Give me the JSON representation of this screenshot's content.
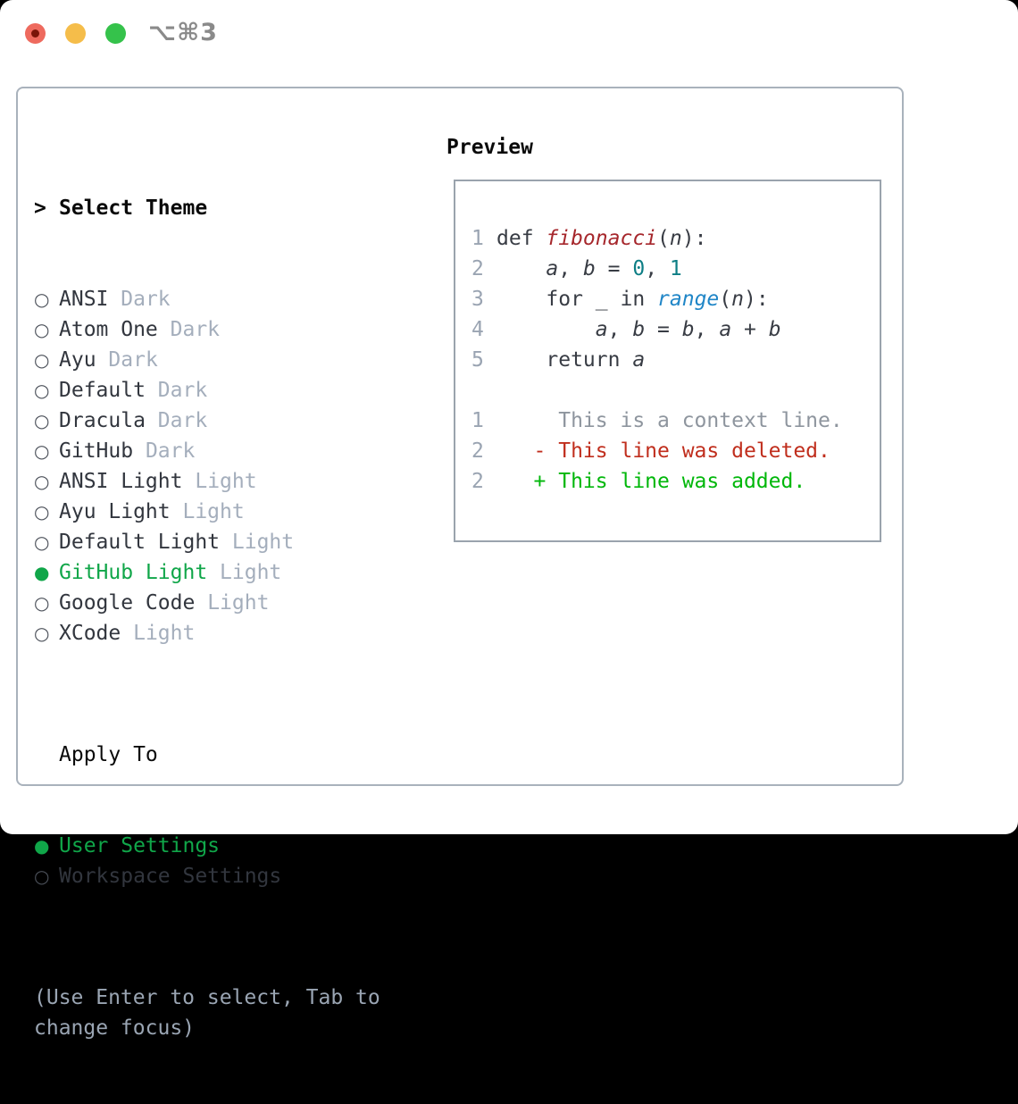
{
  "colors": {
    "accent_green": "#10a649",
    "traffic_red": "#ee6a5e",
    "traffic_red_dot": "#7a1509",
    "traffic_yellow": "#f5bd4a",
    "traffic_green": "#35c24b",
    "title_gray": "#8a8a8a",
    "panel_border": "#a9b2bc",
    "preview_border": "#9aa3ad",
    "heading_black": "#0a0a0a",
    "name_dark": "#32363e",
    "variant_gray": "#a4aebc",
    "bullet_gray": "#4b5059",
    "help_gray": "#9aa5b3",
    "line_number_gray": "#9aa4b2",
    "code_dark": "#383c44",
    "function_red": "#a6272c",
    "number_teal": "#0d7e85",
    "builtin_blue": "#2086c7",
    "diff_context_gray": "#8e959e",
    "diff_deleted_red": "#c02e1d",
    "diff_added_green": "#00b70a"
  },
  "window": {
    "title": "⌥⌘3"
  },
  "theme_panel": {
    "header_prefix": ">",
    "header": "Select Theme",
    "bullet_selected": "●",
    "bullet_unselected": "○",
    "themes": [
      {
        "name": "ANSI",
        "variant": "Dark",
        "selected": false
      },
      {
        "name": "Atom One",
        "variant": "Dark",
        "selected": false
      },
      {
        "name": "Ayu",
        "variant": "Dark",
        "selected": false
      },
      {
        "name": "Default",
        "variant": "Dark",
        "selected": false
      },
      {
        "name": "Dracula",
        "variant": "Dark",
        "selected": false
      },
      {
        "name": "GitHub",
        "variant": "Dark",
        "selected": false
      },
      {
        "name": "ANSI Light",
        "variant": "Light",
        "selected": false
      },
      {
        "name": "Ayu Light",
        "variant": "Light",
        "selected": false
      },
      {
        "name": "Default Light",
        "variant": "Light",
        "selected": false
      },
      {
        "name": "GitHub Light",
        "variant": "Light",
        "selected": true
      },
      {
        "name": "Google Code",
        "variant": "Light",
        "selected": false
      },
      {
        "name": "XCode",
        "variant": "Light",
        "selected": false
      }
    ],
    "apply_to": {
      "header": "Apply To",
      "options": [
        {
          "label": "User Settings",
          "selected": true
        },
        {
          "label": "Workspace Settings",
          "selected": false
        }
      ]
    },
    "help_text": "(Use Enter to select, Tab to change focus)"
  },
  "preview": {
    "header": "Preview",
    "code_lines": [
      {
        "number": "1",
        "tokens": [
          [
            "def ",
            "k"
          ],
          [
            "fibonacci",
            "f"
          ],
          [
            "(",
            "p"
          ],
          [
            "n",
            "v"
          ],
          [
            "):",
            "p"
          ]
        ]
      },
      {
        "number": "2",
        "tokens": [
          [
            "    ",
            "p"
          ],
          [
            "a",
            "v"
          ],
          [
            ", ",
            "p"
          ],
          [
            "b",
            "v"
          ],
          [
            " = ",
            "p"
          ],
          [
            "0",
            "n"
          ],
          [
            ", ",
            "p"
          ],
          [
            "1",
            "n"
          ]
        ]
      },
      {
        "number": "3",
        "tokens": [
          [
            "    ",
            "p"
          ],
          [
            "for ",
            "k"
          ],
          [
            "_",
            "v"
          ],
          [
            " ",
            "p"
          ],
          [
            "in ",
            "k"
          ],
          [
            "range",
            "b"
          ],
          [
            "(",
            "p"
          ],
          [
            "n",
            "v"
          ],
          [
            "):",
            "p"
          ]
        ]
      },
      {
        "number": "4",
        "tokens": [
          [
            "        ",
            "p"
          ],
          [
            "a",
            "v"
          ],
          [
            ", ",
            "p"
          ],
          [
            "b",
            "v"
          ],
          [
            " = ",
            "p"
          ],
          [
            "b",
            "v"
          ],
          [
            ", ",
            "p"
          ],
          [
            "a",
            "v"
          ],
          [
            " + ",
            "p"
          ],
          [
            "b",
            "v"
          ]
        ]
      },
      {
        "number": "5",
        "tokens": [
          [
            "    ",
            "k"
          ],
          [
            "return ",
            "k"
          ],
          [
            "a",
            "v"
          ]
        ]
      }
    ],
    "diff_lines": [
      {
        "number": "1",
        "tokens": [
          [
            "     This is a context line.",
            "ctx"
          ]
        ]
      },
      {
        "number": "2",
        "tokens": [
          [
            "   ",
            "p"
          ],
          [
            "- This line was deleted.",
            "del"
          ]
        ]
      },
      {
        "number": "2",
        "tokens": [
          [
            "   ",
            "p"
          ],
          [
            "+ This line was added.",
            "add"
          ]
        ]
      }
    ]
  }
}
